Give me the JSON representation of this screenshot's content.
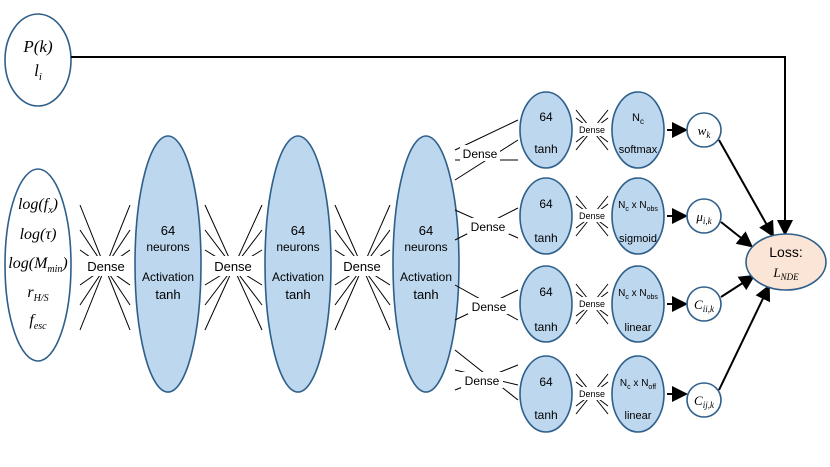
{
  "input_top": {
    "line1": "P(k)",
    "line2": "l_i"
  },
  "input_main": [
    "log(f_x)",
    "log(τ)",
    "log(M_min)",
    "r_H/S",
    "f_esc"
  ],
  "dense_label": "Dense",
  "hidden": {
    "count": "64",
    "neurons": "neurons",
    "activation": "Activation",
    "func": "tanh"
  },
  "branches": [
    {
      "hidden_count": "64",
      "hidden_func": "tanh",
      "out_size": "N_c",
      "out_func": "softmax",
      "output": "w_k",
      "dense_label": "Dense"
    },
    {
      "hidden_count": "64",
      "hidden_func": "tanh",
      "out_size": "N_c x N_obs",
      "out_func": "sigmoid",
      "output": "μ_i,k",
      "dense_label": "Dense"
    },
    {
      "hidden_count": "64",
      "hidden_func": "tanh",
      "out_size": "N_c x N_obs",
      "out_func": "linear",
      "output": "C_ii,k",
      "dense_label": "Dense"
    },
    {
      "hidden_count": "64",
      "hidden_func": "tanh",
      "out_size": "N_c x N_off",
      "out_func": "linear",
      "output": "C_ij,k",
      "dense_label": "Dense"
    }
  ],
  "loss": {
    "label": "Loss:",
    "value": "L_NDE"
  }
}
